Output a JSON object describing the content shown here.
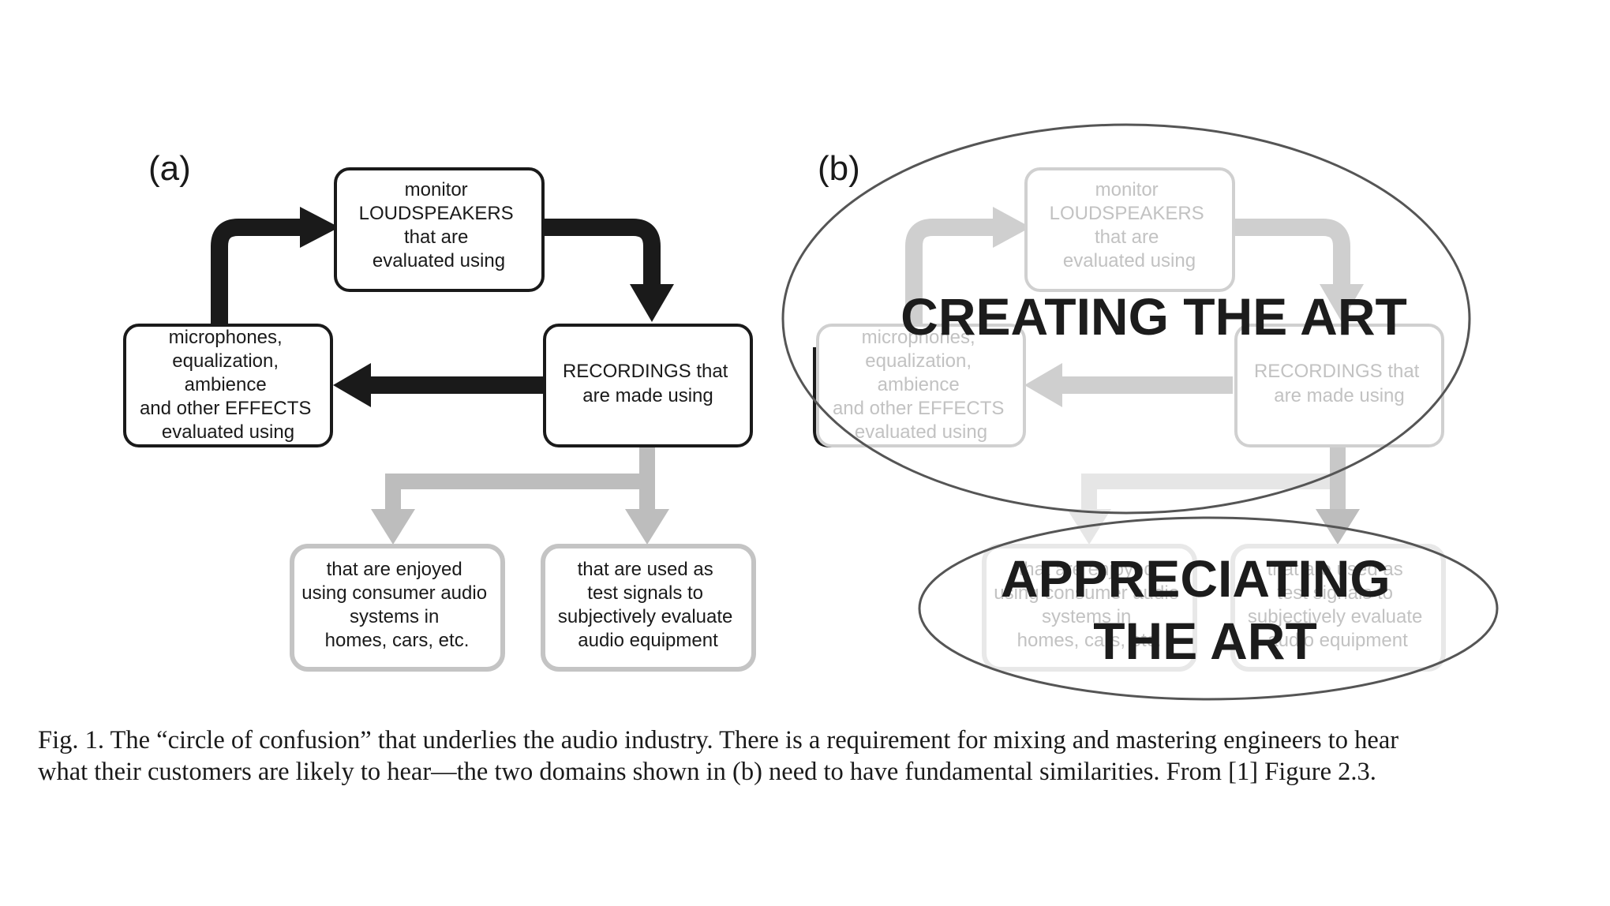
{
  "panel_a": {
    "label": "(a)",
    "boxes": {
      "loudspeakers": [
        "monitor",
        "LOUDSPEAKERS",
        "that are",
        "evaluated using"
      ],
      "recordings": [
        "RECORDINGS that",
        "are made using"
      ],
      "effects": [
        "microphones,",
        "equalization,",
        "ambience",
        "and other EFFECTS",
        "evaluated using"
      ],
      "consumer": [
        "that are enjoyed",
        "using consumer audio",
        "systems in",
        "homes, cars, etc."
      ],
      "test": [
        "that are used as",
        "test signals to",
        "subjectively evaluate",
        "audio equipment"
      ]
    }
  },
  "panel_b": {
    "label": "(b)",
    "creating_label": "CREATING THE ART",
    "appreciating_label": [
      "APPRECIATING",
      "THE ART"
    ]
  },
  "caption": {
    "lines": [
      "Fig. 1.  The “circle of confusion” that underlies the audio industry. There is a requirement for mixing and mastering engineers to hear",
      "what their customers are likely to hear—the two domains shown in (b) need to have fundamental similarities. From [1] Figure 2.3."
    ]
  },
  "colors": {
    "dark": "#1a1a1a",
    "grey_arrow": "#bdbdbd",
    "faded_box": "#cfcfcf",
    "ellipse": "#555555"
  }
}
